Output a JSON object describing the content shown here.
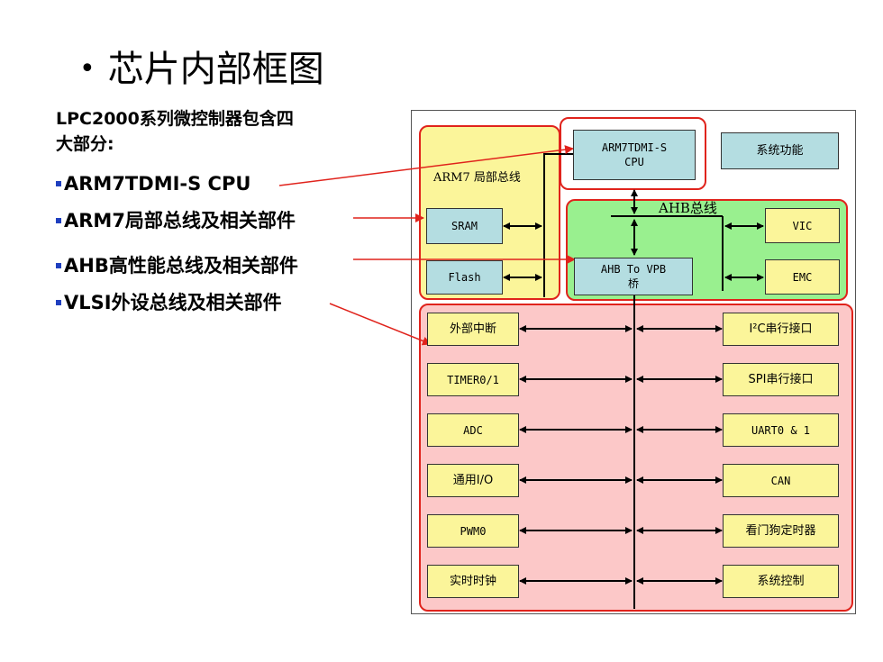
{
  "slide": {
    "title": "芯片内部框图",
    "intro_line1": "LPC2000系列微控制器包含四",
    "intro_line2": "大部分:",
    "items": [
      "ARM7TDMI-S CPU",
      "ARM7局部总线及相关部件",
      "AHB高性能总线及相关部件",
      "VLSI外设总线及相关部件"
    ]
  },
  "diagram": {
    "regions": {
      "arm7_bus_label": "ARM7 局部总线",
      "ahb_bus_label": "AHB总线"
    },
    "blocks": {
      "cpu_line1": "ARM7TDMI-S",
      "cpu_line2": "CPU",
      "system_function": "系统功能",
      "sram": "SRAM",
      "flash": "Flash",
      "vic": "VIC",
      "emc": "EMC",
      "bridge_line1": "AHB To VPB",
      "bridge_line2": "桥"
    },
    "peripherals_left": [
      "外部中断",
      "TIMER0/1",
      "ADC",
      "通用I/O",
      "PWM0",
      "实时时钟"
    ],
    "peripherals_right": [
      "I²C串行接口",
      "SPI串行接口",
      "UART0 & 1",
      "CAN",
      "看门狗定时器",
      "系统控制"
    ]
  },
  "colors": {
    "local_bus_fill": "#fbf59a",
    "ahb_fill": "#99f08f",
    "vpb_fill": "#fcc8c8",
    "block_fill": "#b4dde1",
    "peripheral_fill": "#fbf59a",
    "outline_red": "#e0231c"
  }
}
